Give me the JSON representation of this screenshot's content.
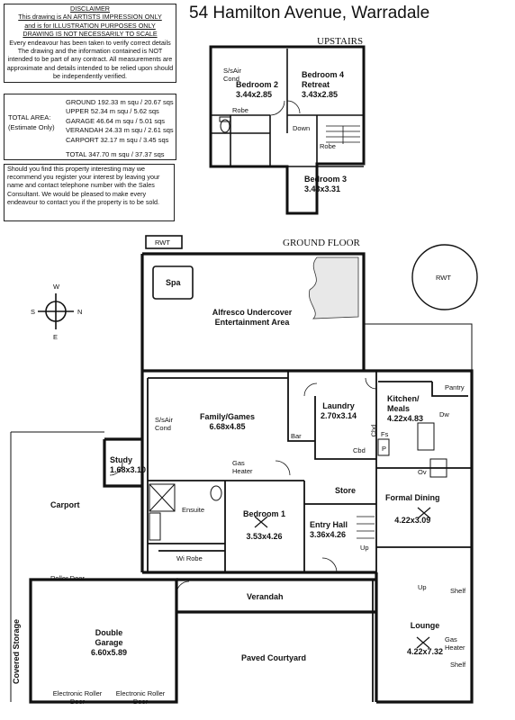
{
  "title": "54 Hamilton Avenue, Warradale",
  "disclaimer": {
    "heading": "DISCLAIMER",
    "line1": "This drawing is AN ARTISTS IMPRESSION ONLY",
    "line2": "and is for ILLUSTRATION PURPOSES ONLY",
    "line3": "DRAWING IS NOT NECESSARILY TO SCALE",
    "body": "Every endeavour has been taken to verify correct details The drawing and the information contained is NOT intended to be part of any contract. All measurements are approximate and details intended to be relied upon should be independently verified."
  },
  "total_area": {
    "label": "TOTAL AREA:",
    "sublabel": "(Estimate Only)",
    "rows": [
      "GROUND 192.33 m squ / 20.67 sqs",
      "UPPER 52.34 m squ / 5.62 sqs",
      "GARAGE 46.64 m squ / 5.01 sqs",
      "VERANDAH 24.33 m squ / 2.61 sqs",
      "CARPORT 32.17 m squ / 3.45 sqs"
    ],
    "total": "TOTAL 347.70 m squ / 37.37 sqs"
  },
  "contact_note": "Should you find this property interesting may we recommend you register your interest by leaving your name and contact telephone number with the Sales Consultant. We would be pleased to make every endeavour to contact you if the property is to be sold.",
  "upstairs": {
    "heading": "UPSTAIRS",
    "rooms": [
      {
        "name": "Bedroom 2",
        "size": "3.44x2.85"
      },
      {
        "name": "Bedroom 4 Retreat",
        "size": "3.43x2.85"
      },
      {
        "name": "Bedroom 3",
        "size": "3.43x3.31"
      }
    ],
    "labels": {
      "sair": "S/sAir Cond",
      "robe1": "Robe",
      "robe2": "Robe",
      "down": "Down"
    }
  },
  "ground": {
    "heading": "GROUND FLOOR",
    "rwt": "RWT",
    "rwt2": "RWT",
    "compass": {
      "n": "N",
      "s": "S",
      "e": "E",
      "w": "W"
    },
    "rooms": {
      "spa": "Spa",
      "alfresco": "Alfresco Undercover Entertainment Area",
      "family_name": "Family/Games",
      "family_size": "6.68x4.85",
      "laundry_name": "Laundry",
      "laundry_size": "2.70x3.14",
      "kitchen_name": "Kitchen/ Meals",
      "kitchen_size": "4.22x4.83",
      "study_name": "Study",
      "study_size": "1.68x3.10",
      "carport": "Carport",
      "bed1_name": "Bedroom 1",
      "bed1_size": "3.53x4.26",
      "entry_name": "Entry Hall",
      "entry_size": "3.36x4.26",
      "store": "Store",
      "dining_name": "Formal Dining",
      "dining_size": "4.22x3.09",
      "verandah": "Verandah",
      "garage_name": "Double Garage",
      "garage_size": "6.60x5.89",
      "courtyard": "Paved Courtyard",
      "lounge_name": "Lounge",
      "lounge_size": "4.22x7.32",
      "covered": "Covered Storage"
    },
    "labels": {
      "pantry": "Pantry",
      "dw": "Dw",
      "fs": "Fs",
      "p": "P",
      "ov": "Ov",
      "cbd1": "Cbd",
      "cbd2": "Cbd",
      "bar": "Bar",
      "sair": "S/sAir Cond",
      "gas_heater": "Gas Heater",
      "ensuite": "Ensuite",
      "wirobe": "Wi Robe",
      "up1": "Up",
      "up2": "Up",
      "shelf1": "Shelf",
      "shelf2": "Shelf",
      "gas_heater2": "Gas Heater",
      "roller": "Roller Door",
      "eroller1": "Electronic Roller Door",
      "eroller2": "Electronic Roller Door"
    }
  }
}
